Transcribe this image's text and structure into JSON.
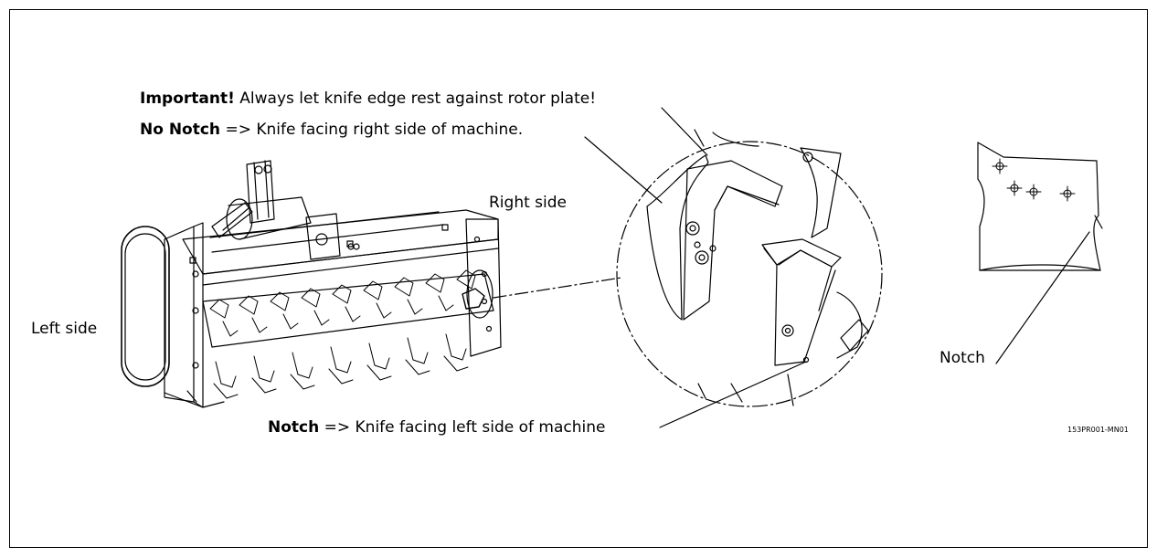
{
  "notes": {
    "important": {
      "bold": "Important!",
      "text": "Always let knife edge rest against rotor plate!"
    },
    "no_notch": {
      "bold": "No Notch",
      "text": "=> Knife facing right side of machine."
    },
    "notch": {
      "bold": "Notch",
      "text": "=> Knife facing left side of machine"
    }
  },
  "labels": {
    "right_side": "Right side",
    "left_side": "Left side",
    "notch_detail": "Notch",
    "drawing_code": "153PR001-MN01"
  },
  "icons": [
    "machine-drawing",
    "detail-circle",
    "knife-bracket",
    "rotor-plate-detail",
    "bolt-hole-icon"
  ]
}
